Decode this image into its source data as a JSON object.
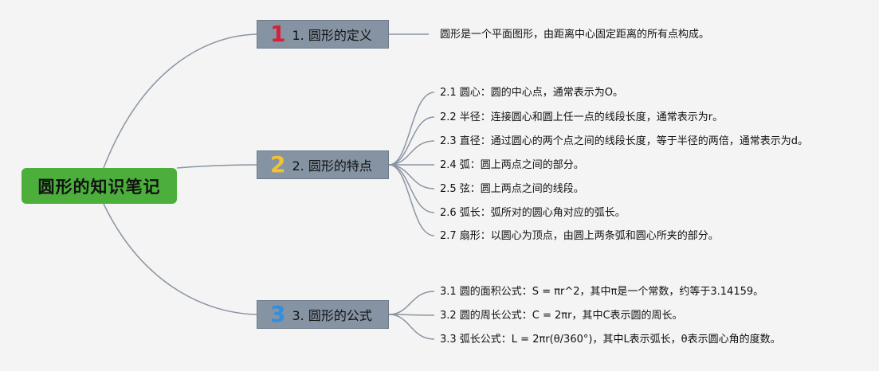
{
  "root": {
    "label": "圆形的知识笔记"
  },
  "branches": [
    {
      "number": "1",
      "color": "#d6203a",
      "label": "1. 圆形的定义",
      "items": [
        "圆形是一个平面图形，由距离中心固定距离的所有点构成。"
      ]
    },
    {
      "number": "2",
      "color": "#f2c230",
      "label": "2. 圆形的特点",
      "items": [
        "2.1 圆心：圆的中心点，通常表示为O。",
        "2.2 半径：连接圆心和圆上任一点的线段长度，通常表示为r。",
        "2.3 直径：通过圆心的两个点之间的线段长度，等于半径的两倍，通常表示为d。",
        "2.4 弧：圆上两点之间的部分。",
        "2.5 弦：圆上两点之间的线段。",
        "2.6 弧长：弧所对的圆心角对应的弧长。",
        "2.7 扇形：以圆心为顶点，由圆上两条弧和圆心所夹的部分。"
      ]
    },
    {
      "number": "3",
      "color": "#2f8fe0",
      "label": "3. 圆形的公式",
      "items": [
        "3.1 圆的面积公式：S = πr^2，其中π是一个常数，约等于3.14159。",
        "3.2 圆的周长公式：C = 2πr，其中C表示圆的周长。",
        "3.3 弧长公式：L = 2πr(θ/360°)，其中L表示弧长，θ表示圆心角的度数。"
      ]
    }
  ],
  "colors": {
    "link": "#8a95a3",
    "root": "#4caf3c",
    "branch": "#8593a3"
  }
}
